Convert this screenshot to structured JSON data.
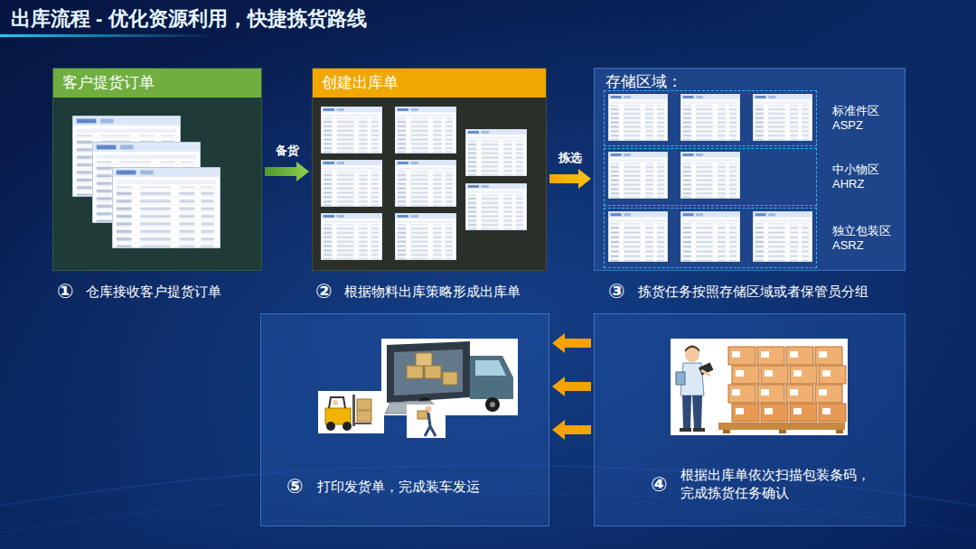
{
  "diagram": {
    "title": "出库流程 - 优化资源利用，快捷拣货路线",
    "nodes": [
      {
        "text": [
          "客户提货订单",
          "①",
          "仓库接收客户提货订单"
        ]
      },
      {
        "text": [
          "创建出库单",
          "②",
          "根据物料出库策略形成出库单"
        ]
      },
      {
        "text": [
          "存储区域：",
          "③",
          "拣货任务按照存储区域或者保管员分组"
        ]
      },
      {
        "text": [
          "标准件区 ASPZ"
        ],
        "in": 2
      },
      {
        "text": [
          "中小物区 AHRZ"
        ],
        "in": 2
      },
      {
        "text": [
          "独立包装区 ASRZ"
        ],
        "in": 2
      },
      {
        "text": [
          "⑤",
          "打印发货单，完成装车发运"
        ]
      },
      {
        "text": [
          "④",
          "根据出库单依次扫描包装条码，完成拣货任务确认"
        ]
      }
    ],
    "edges": [
      {
        "from": 0,
        "to": 1,
        "arrow": "to",
        "label": "备货"
      },
      {
        "from": 1,
        "to": 2,
        "arrow": "to",
        "label": "拣选"
      },
      {
        "from": 7,
        "to": 6,
        "arrow": "to"
      },
      {
        "from": 7,
        "to": 6,
        "arrow": "to"
      },
      {
        "from": 7,
        "to": 6,
        "arrow": "to"
      }
    ]
  }
}
